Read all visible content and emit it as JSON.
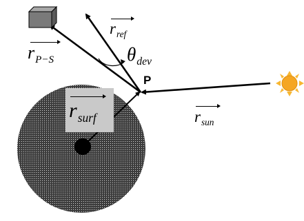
{
  "labels": {
    "r_ps": {
      "main": "r",
      "sub": "P−S"
    },
    "r_ref": {
      "main": "r",
      "sub": "ref"
    },
    "theta": {
      "main": "θ",
      "sub": "dev"
    },
    "r_surf": {
      "main": "r",
      "sub": "surf"
    },
    "r_sun": {
      "main": "r",
      "sub": "sun"
    },
    "point": "P"
  },
  "colors": {
    "ink": "#000000",
    "planet_dots": "#3c3c3c",
    "planet_gap": "#ffffff",
    "surf_box": "#c9c9c9",
    "sun_fill": "#f5a623",
    "sun_ray": "#f7b733",
    "satellite_front": "#7a7a7a",
    "satellite_top": "#a8a8a8",
    "satellite_side": "#5a5a5a"
  },
  "icons": [
    "satellite-icon",
    "sun-icon"
  ]
}
